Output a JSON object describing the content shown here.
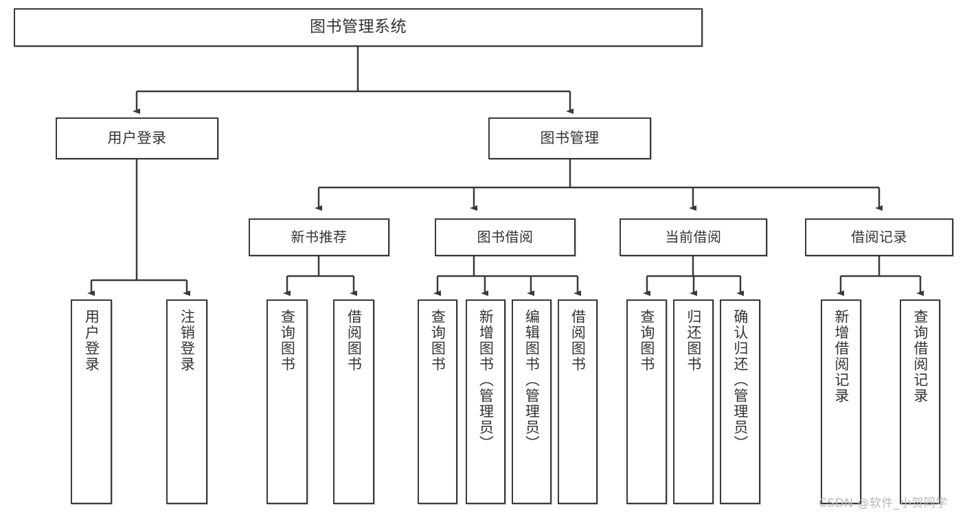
{
  "diagram": {
    "type": "tree",
    "title": "图书管理系统",
    "watermark": "CSDN @软件_小贺同学",
    "colors": {
      "box_border": "#3a3a3a",
      "box_fill": "#ffffff",
      "text": "#333333",
      "connector": "#3a3a3a",
      "watermark": "#b9b9b9",
      "background": "#ffffff"
    },
    "nodes": {
      "root": {
        "label": "图书管理系统"
      },
      "level1": [
        {
          "label": "用户登录"
        },
        {
          "label": "图书管理"
        }
      ],
      "level2": [
        {
          "label": "新书推荐"
        },
        {
          "label": "图书借阅"
        },
        {
          "label": "当前借阅"
        },
        {
          "label": "借阅记录"
        }
      ],
      "leaves": {
        "user_login": [
          {
            "label": "用户登录"
          },
          {
            "label": "注销登录"
          }
        ],
        "new_book_recommend": [
          {
            "label": "查询图书"
          },
          {
            "label": "借阅图书"
          }
        ],
        "book_borrow": [
          {
            "label": "查询图书"
          },
          {
            "label": "新增图书（管理员）"
          },
          {
            "label": "编辑图书（管理员）"
          },
          {
            "label": "借阅图书"
          }
        ],
        "current_borrow": [
          {
            "label": "查询图书"
          },
          {
            "label": "归还图书"
          },
          {
            "label": "确认归还（管理员）"
          }
        ],
        "borrow_record": [
          {
            "label": "新增借阅记录"
          },
          {
            "label": "查询借阅记录"
          }
        ]
      }
    }
  }
}
